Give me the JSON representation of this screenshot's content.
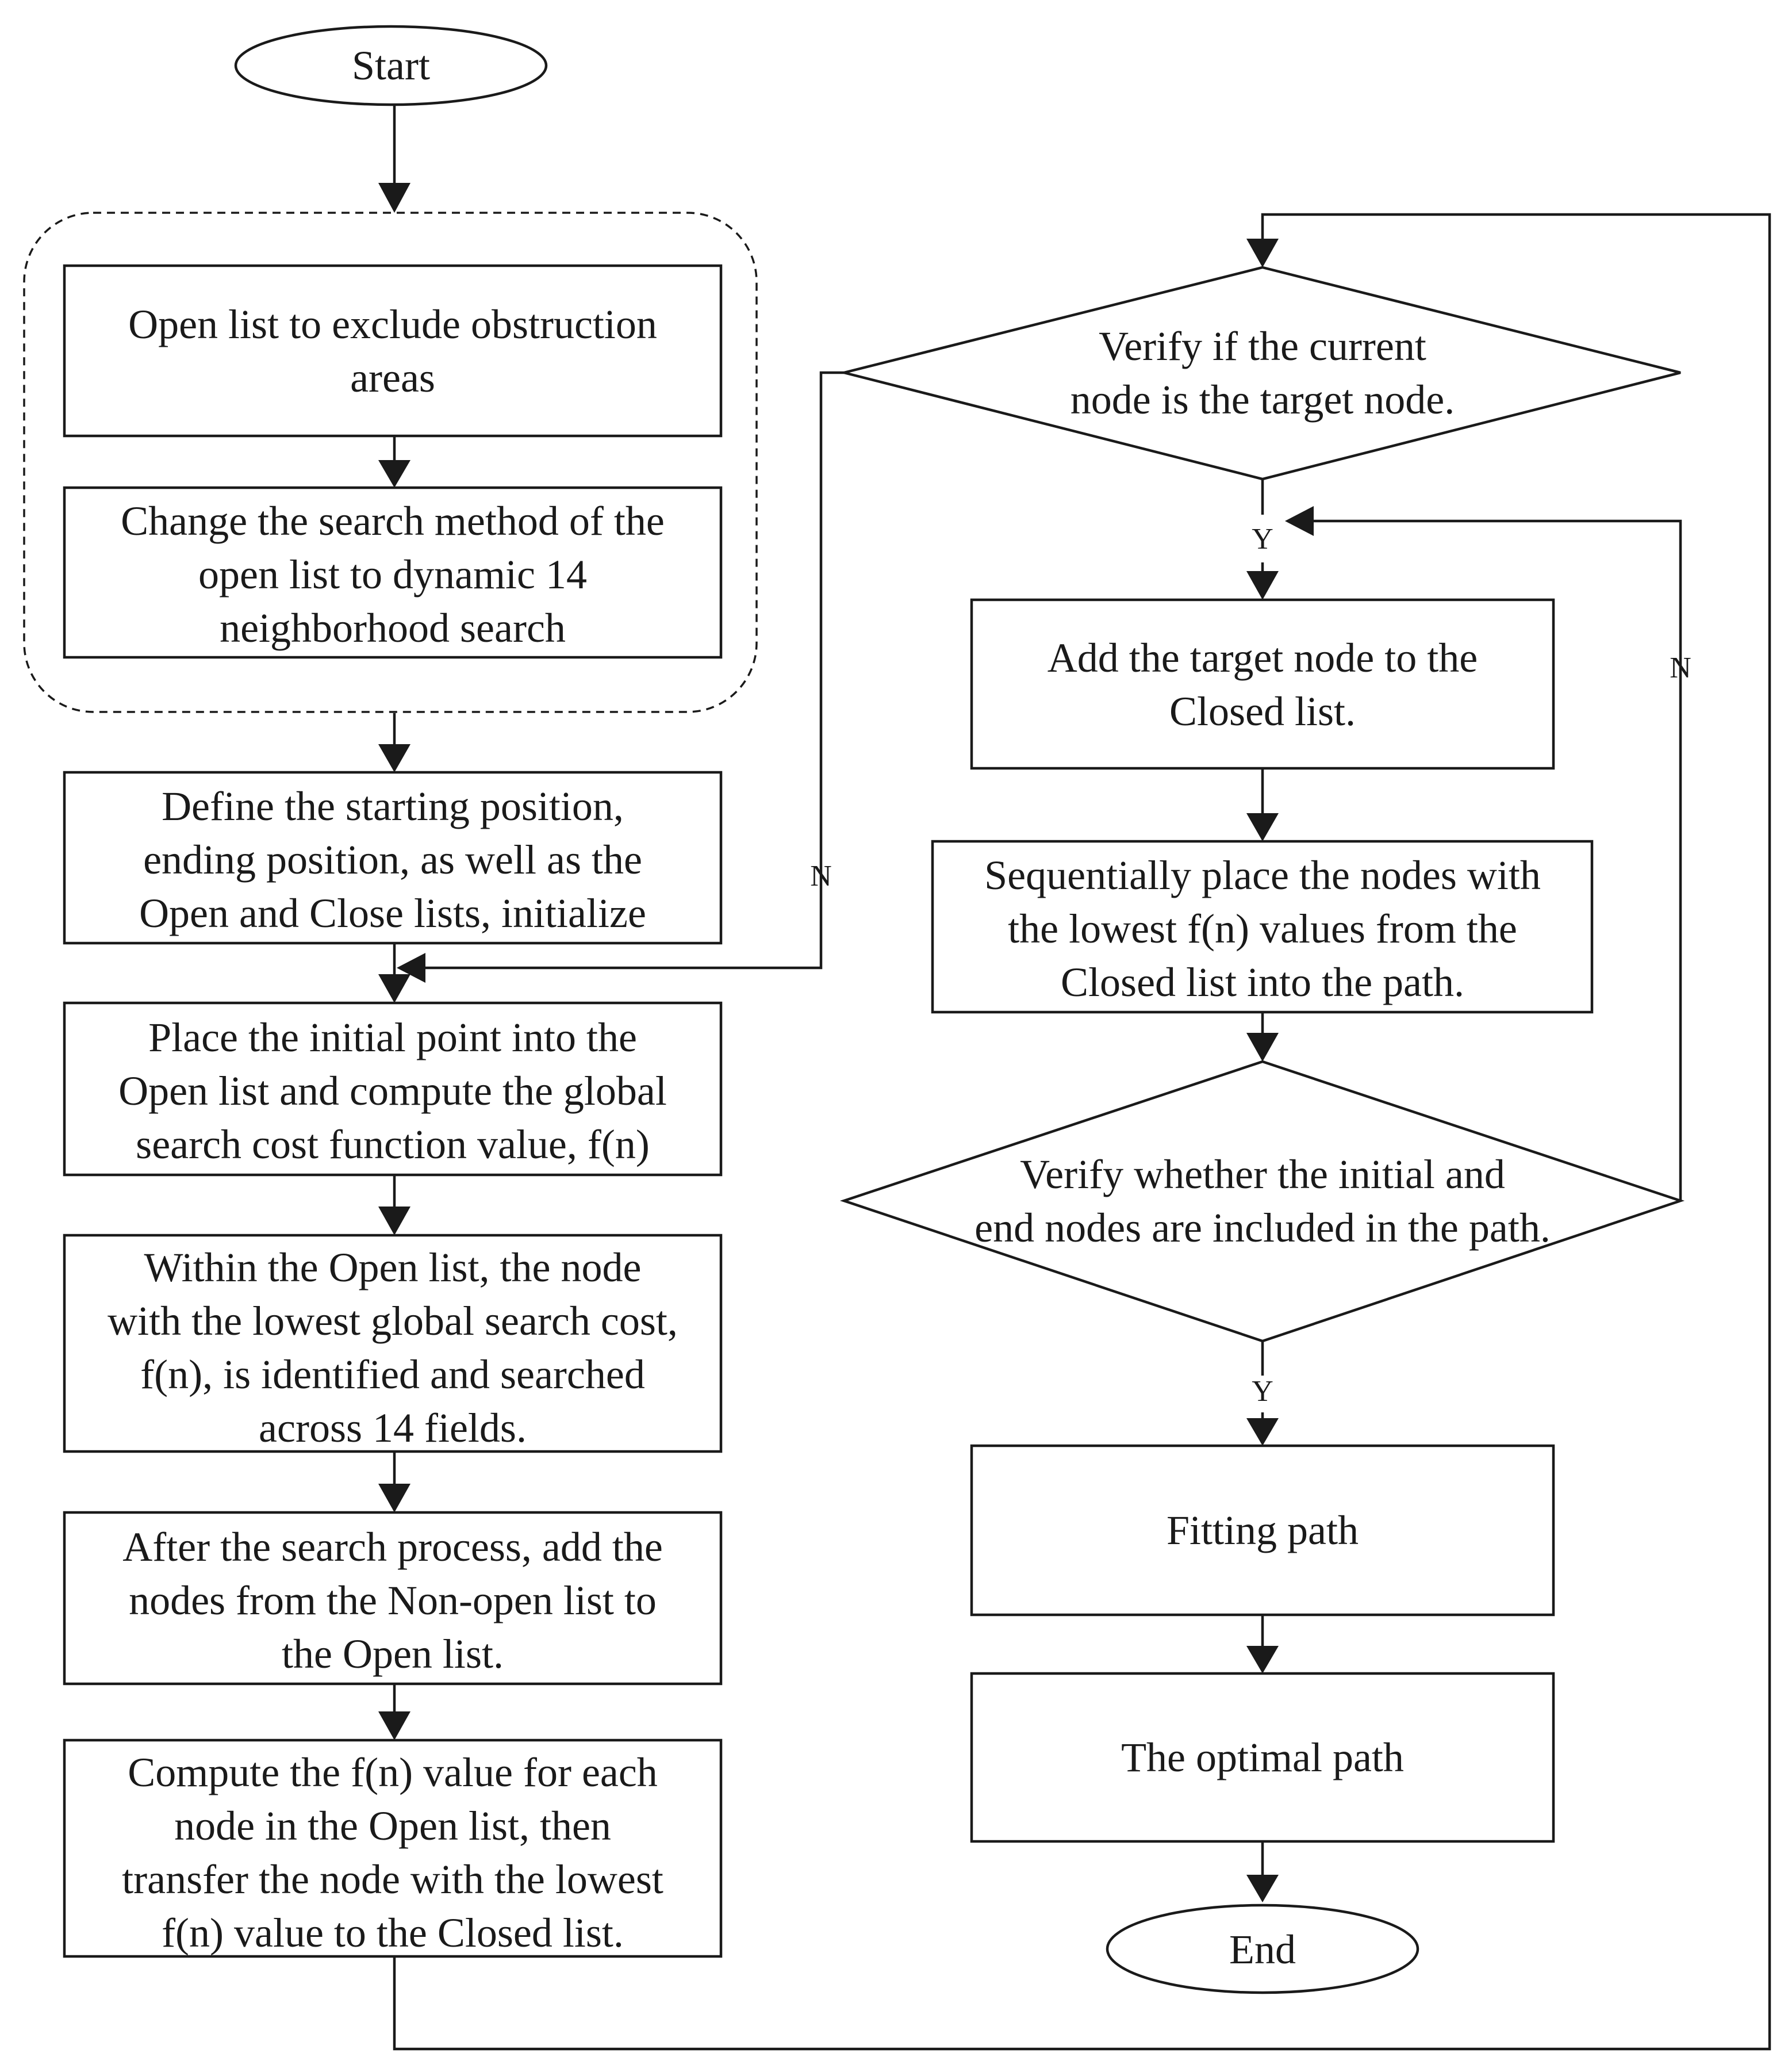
{
  "flowchart": {
    "start": "Start",
    "end": "End",
    "steps": {
      "exclude_obstruction": [
        "Open list to exclude obstruction",
        "areas"
      ],
      "change_search_method": [
        "Change the search method of the",
        "open list to dynamic 14",
        "neighborhood search"
      ],
      "define_positions": [
        "Define the starting position,",
        "ending position, as well as the",
        "Open and Close lists, initialize"
      ],
      "place_initial_point": [
        "Place the initial point into the",
        "Open list and compute the global",
        "search cost function value, f(n)"
      ],
      "identify_lowest_cost": [
        "Within the Open list, the node",
        "with the lowest global search cost,",
        "f(n), is identified and searched",
        "across 14 fields."
      ],
      "add_nonopen_nodes": [
        "After the search process, add the",
        "nodes from the Non-open list to",
        "the Open list."
      ],
      "compute_transfer": [
        "Compute the f(n) value for each",
        "node in the Open list, then",
        "transfer the node with the lowest",
        "f(n) value to the Closed list."
      ],
      "add_target_closed": [
        "Add the target node to the",
        "Closed list."
      ],
      "place_nodes_path": [
        "Sequentially place the nodes with",
        "the lowest f(n) values from the",
        "Closed list into the path."
      ],
      "fitting_path": [
        "Fitting path"
      ],
      "optimal_path": [
        "The optimal path"
      ]
    },
    "decisions": {
      "verify_target": [
        "Verify if the current",
        "node is the target node."
      ],
      "verify_initial_end": [
        "Verify whether the initial and",
        "end nodes are included in the path."
      ]
    },
    "edge_labels": {
      "target_no": "N",
      "target_yes": "Y",
      "path_no": "N",
      "path_yes": "Y"
    }
  }
}
